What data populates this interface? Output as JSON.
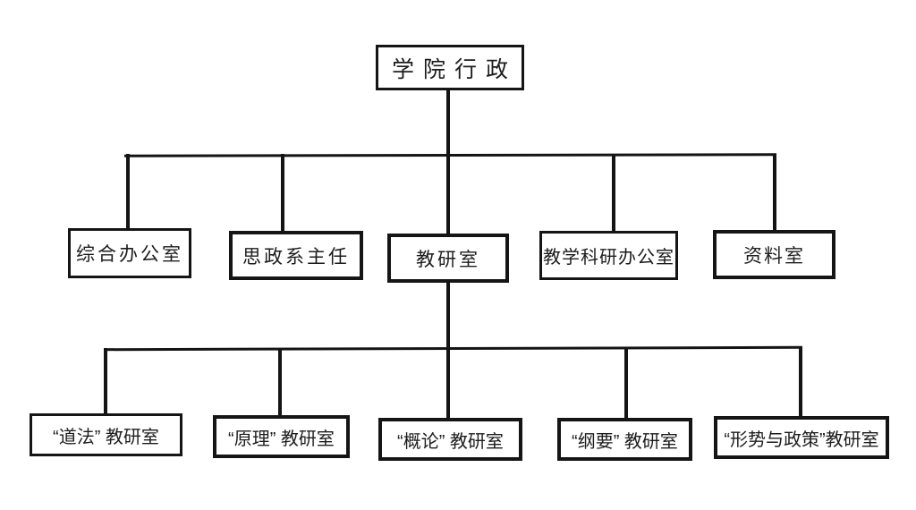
{
  "org_chart": {
    "root": {
      "label": "学院行政"
    },
    "level2": [
      {
        "label": "综合办公室"
      },
      {
        "label": "思政系主任"
      },
      {
        "label": "教研室"
      },
      {
        "label": "教学科研办公室"
      },
      {
        "label": "资料室"
      }
    ],
    "level3": [
      {
        "label": "“道法” 教研室"
      },
      {
        "label": "“原理” 教研室"
      },
      {
        "label": "“概论” 教研室"
      },
      {
        "label": "“纲要” 教研室"
      },
      {
        "label": "“形势与政策”教研室"
      }
    ],
    "colors": {
      "background": "#ffffff",
      "line": "#141414",
      "border": "#151515",
      "text": "#1d1d1d"
    }
  }
}
